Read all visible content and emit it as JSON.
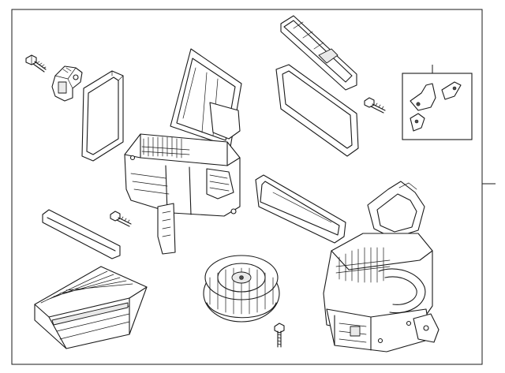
{
  "diagram": {
    "parts": [
      {
        "name": "bolt"
      },
      {
        "name": "actuator"
      },
      {
        "name": "gasket"
      },
      {
        "name": "heater-housing"
      },
      {
        "name": "air-filter-cover"
      },
      {
        "name": "seal-frame"
      },
      {
        "name": "actuator-kit"
      },
      {
        "name": "filter-door"
      },
      {
        "name": "cabin-air-filter"
      },
      {
        "name": "blower-motor"
      },
      {
        "name": "blower-housing"
      }
    ],
    "colors": {
      "line": "#1a1a1a",
      "fill": "#ffffff",
      "shade": "#e9e9e9"
    }
  }
}
